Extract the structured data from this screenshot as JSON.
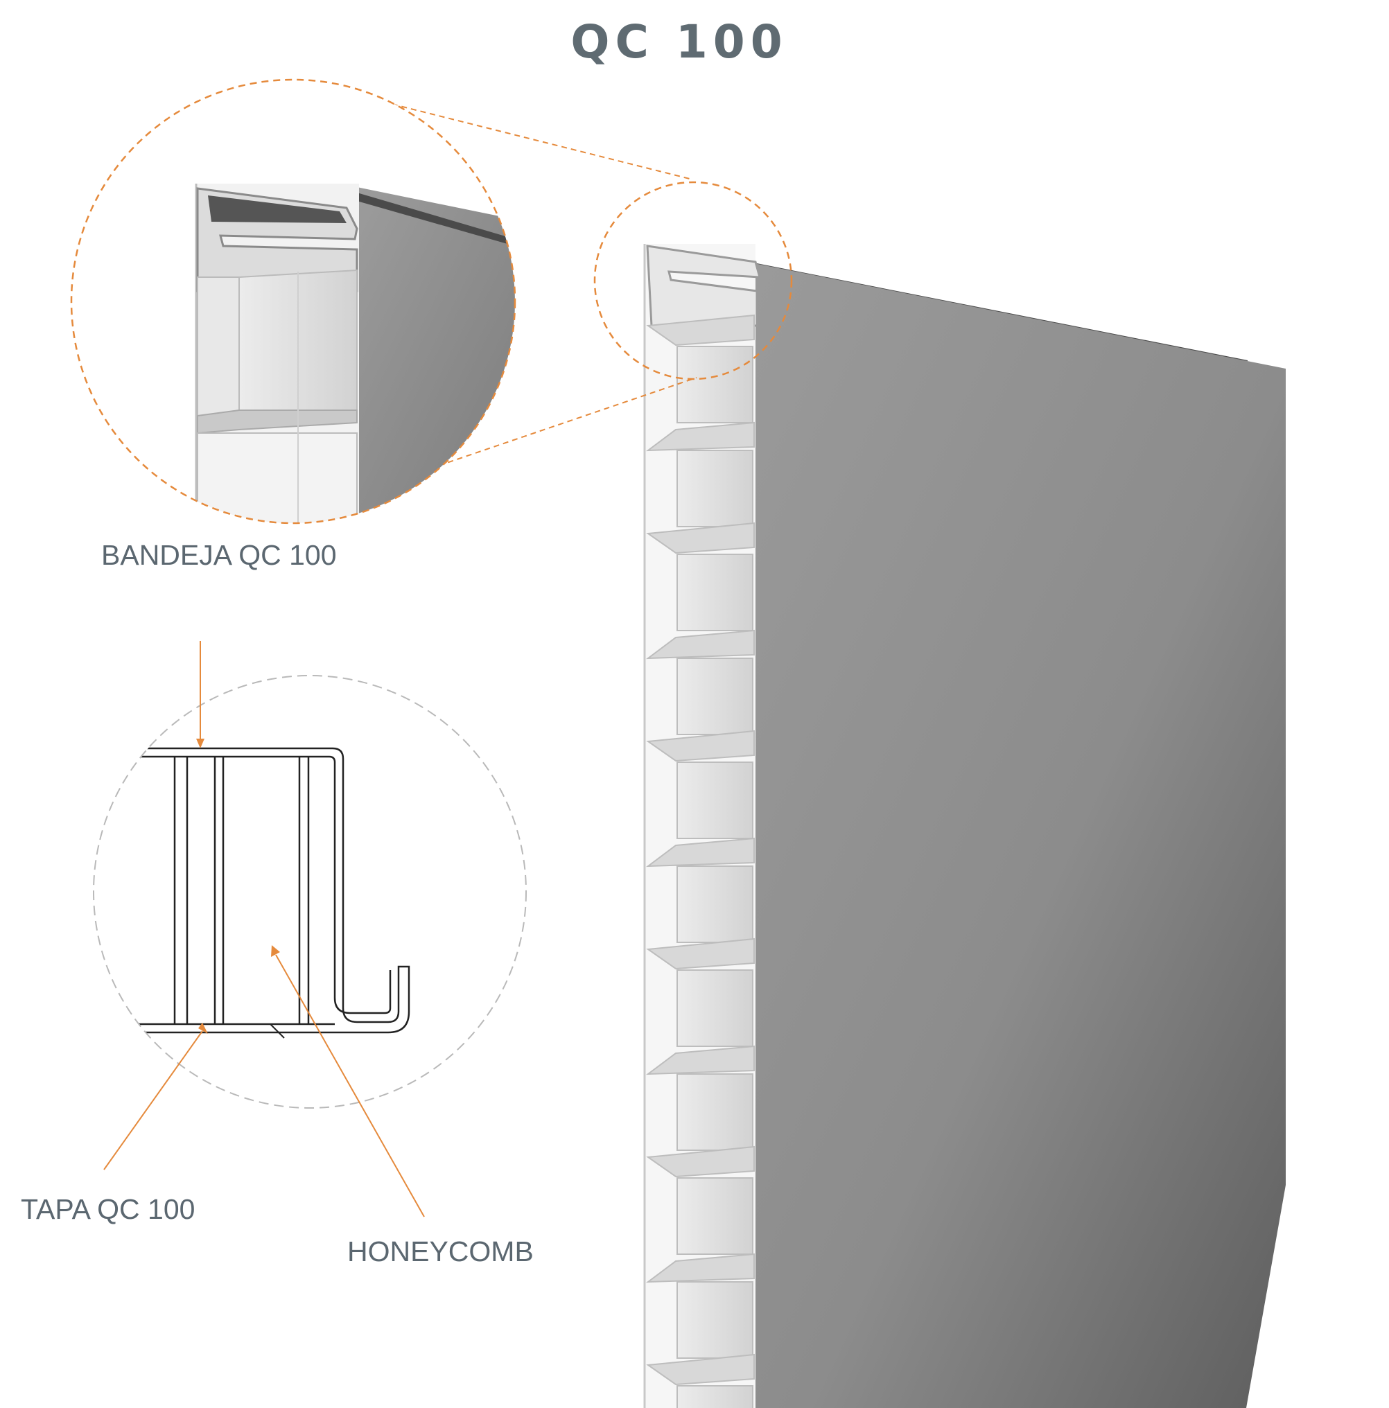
{
  "title": "QC 100",
  "labels": {
    "bandeja": "BANDEJA QC 100",
    "tapa": "TAPA QC 100",
    "honeycomb": "HONEYCOMB"
  },
  "colors": {
    "accent": "#e58a3c",
    "text": "#5b6770",
    "panel": "#8e8e8e",
    "panel_edge": "#f4f4f4"
  }
}
